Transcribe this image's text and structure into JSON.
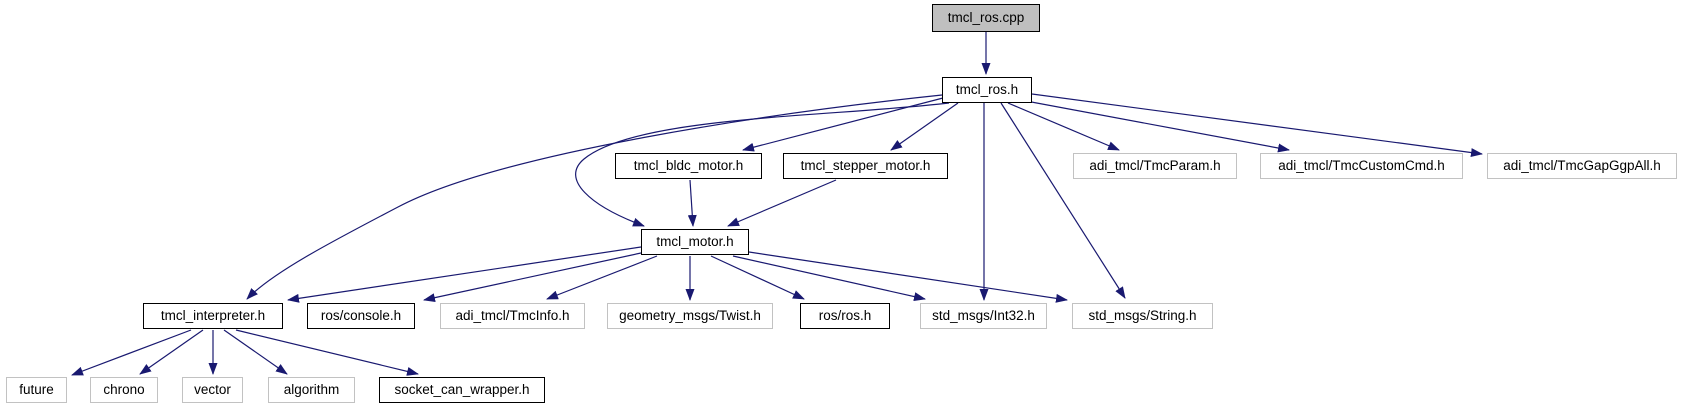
{
  "diagram": {
    "kind": "include-dependency-graph",
    "root_file": "tmcl_ros.cpp",
    "arrow_color": "#191970",
    "root_fill": "#bfbfbf",
    "internal_border": "#000000",
    "external_border": "#c2c2c2"
  },
  "nodes": [
    {
      "id": "tmcl_ros_cpp",
      "label": "tmcl_ros.cpp",
      "style": "root"
    },
    {
      "id": "tmcl_ros_h",
      "label": "tmcl_ros.h",
      "style": "internal"
    },
    {
      "id": "tmcl_bldc_motor_h",
      "label": "tmcl_bldc_motor.h",
      "style": "internal"
    },
    {
      "id": "tmcl_stepper_motor_h",
      "label": "tmcl_stepper_motor.h",
      "style": "internal"
    },
    {
      "id": "tmc_param_h",
      "label": "adi_tmcl/TmcParam.h",
      "style": "external"
    },
    {
      "id": "tmc_custom_cmd_h",
      "label": "adi_tmcl/TmcCustomCmd.h",
      "style": "external"
    },
    {
      "id": "tmc_gap_ggp_all_h",
      "label": "adi_tmcl/TmcGapGgpAll.h",
      "style": "external"
    },
    {
      "id": "tmcl_motor_h",
      "label": "tmcl_motor.h",
      "style": "internal"
    },
    {
      "id": "tmcl_interpreter_h",
      "label": "tmcl_interpreter.h",
      "style": "internal"
    },
    {
      "id": "ros_console_h",
      "label": "ros/console.h",
      "style": "internal"
    },
    {
      "id": "tmc_info_h",
      "label": "adi_tmcl/TmcInfo.h",
      "style": "external"
    },
    {
      "id": "geometry_twist_h",
      "label": "geometry_msgs/Twist.h",
      "style": "external"
    },
    {
      "id": "ros_ros_h",
      "label": "ros/ros.h",
      "style": "internal"
    },
    {
      "id": "std_int32_h",
      "label": "std_msgs/Int32.h",
      "style": "external"
    },
    {
      "id": "std_string_h",
      "label": "std_msgs/String.h",
      "style": "external"
    },
    {
      "id": "future",
      "label": "future",
      "style": "external"
    },
    {
      "id": "chrono",
      "label": "chrono",
      "style": "external"
    },
    {
      "id": "vector",
      "label": "vector",
      "style": "external"
    },
    {
      "id": "algorithm",
      "label": "algorithm",
      "style": "external"
    },
    {
      "id": "socket_can_wrapper_h",
      "label": "socket_can_wrapper.h",
      "style": "internal"
    }
  ],
  "edges": [
    {
      "from": "tmcl_ros.cpp",
      "to": "tmcl_ros.h"
    },
    {
      "from": "tmcl_ros.h",
      "to": "tmcl_bldc_motor.h"
    },
    {
      "from": "tmcl_ros.h",
      "to": "tmcl_stepper_motor.h"
    },
    {
      "from": "tmcl_ros.h",
      "to": "adi_tmcl/TmcParam.h"
    },
    {
      "from": "tmcl_ros.h",
      "to": "adi_tmcl/TmcCustomCmd.h"
    },
    {
      "from": "tmcl_ros.h",
      "to": "adi_tmcl/TmcGapGgpAll.h"
    },
    {
      "from": "tmcl_ros.h",
      "to": "tmcl_interpreter.h"
    },
    {
      "from": "tmcl_ros.h",
      "to": "tmcl_motor.h"
    },
    {
      "from": "tmcl_ros.h",
      "to": "std_msgs/Int32.h"
    },
    {
      "from": "tmcl_ros.h",
      "to": "std_msgs/String.h"
    },
    {
      "from": "tmcl_bldc_motor.h",
      "to": "tmcl_motor.h"
    },
    {
      "from": "tmcl_stepper_motor.h",
      "to": "tmcl_motor.h"
    },
    {
      "from": "tmcl_motor.h",
      "to": "tmcl_interpreter.h"
    },
    {
      "from": "tmcl_motor.h",
      "to": "ros/console.h"
    },
    {
      "from": "tmcl_motor.h",
      "to": "adi_tmcl/TmcInfo.h"
    },
    {
      "from": "tmcl_motor.h",
      "to": "geometry_msgs/Twist.h"
    },
    {
      "from": "tmcl_motor.h",
      "to": "ros/ros.h"
    },
    {
      "from": "tmcl_motor.h",
      "to": "std_msgs/Int32.h"
    },
    {
      "from": "tmcl_motor.h",
      "to": "std_msgs/String.h"
    },
    {
      "from": "tmcl_interpreter.h",
      "to": "future"
    },
    {
      "from": "tmcl_interpreter.h",
      "to": "chrono"
    },
    {
      "from": "tmcl_interpreter.h",
      "to": "vector"
    },
    {
      "from": "tmcl_interpreter.h",
      "to": "algorithm"
    },
    {
      "from": "tmcl_interpreter.h",
      "to": "socket_can_wrapper.h"
    }
  ]
}
